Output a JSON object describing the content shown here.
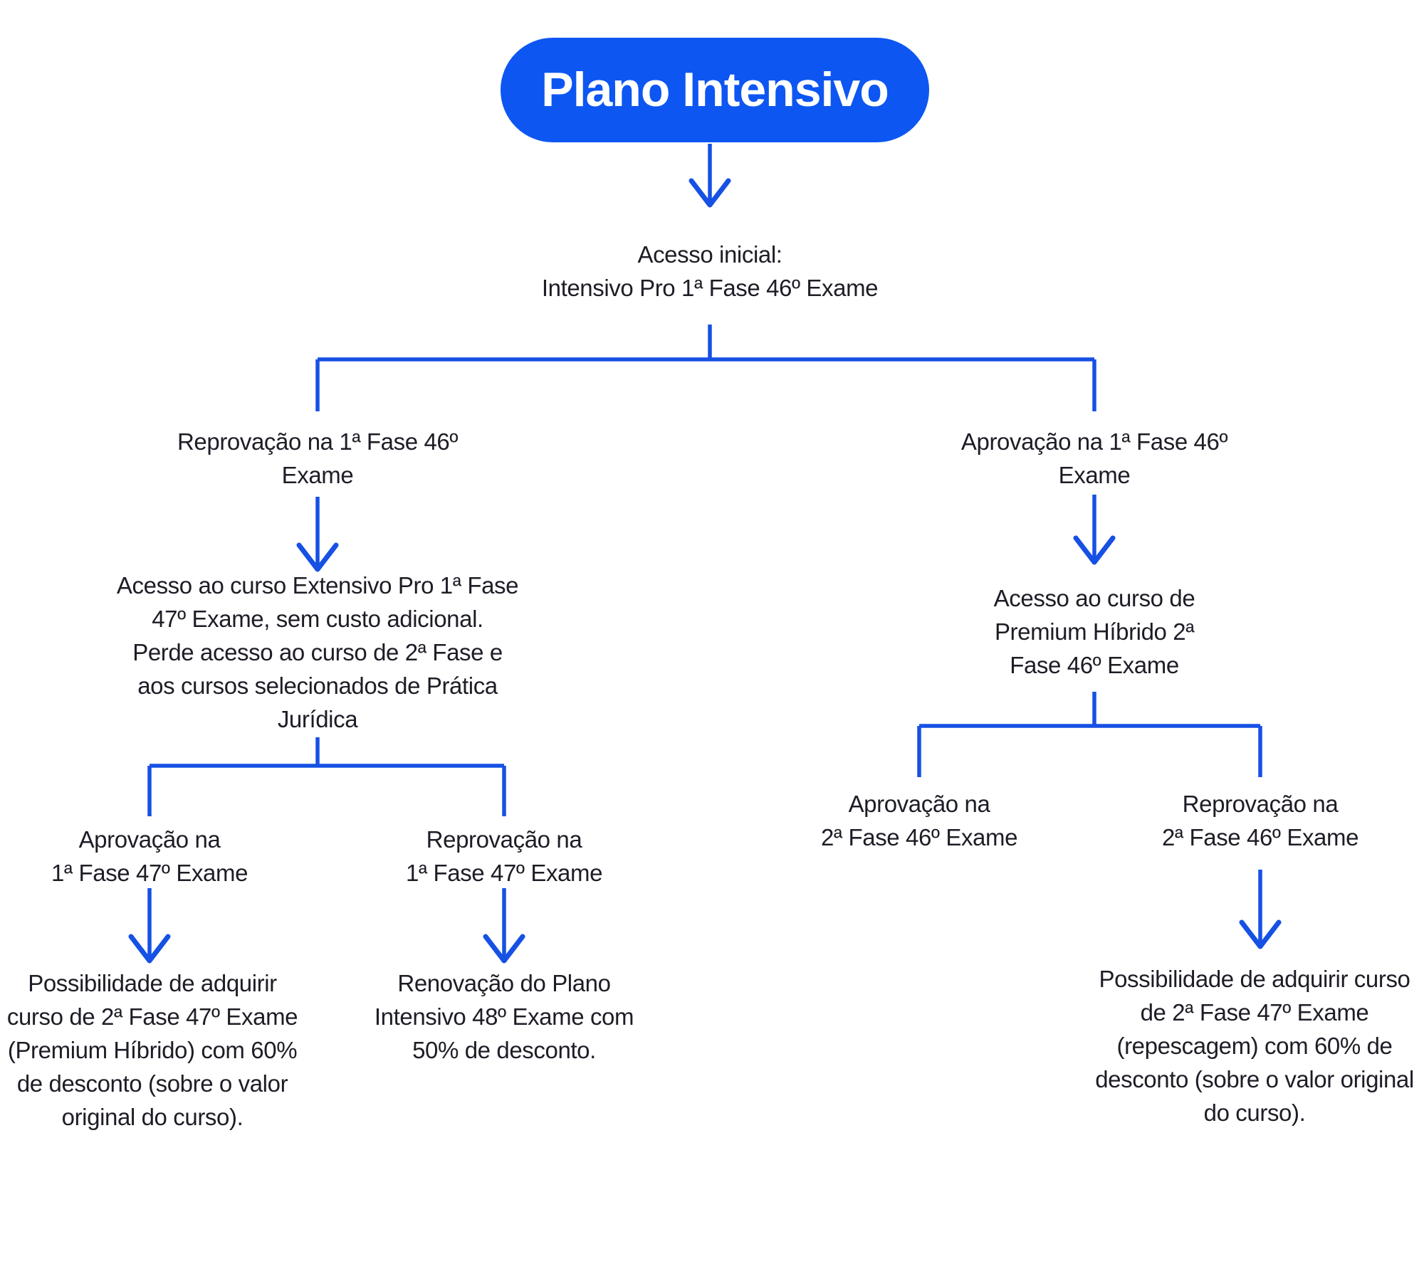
{
  "colors": {
    "pill_blue": "#0D56F2",
    "line_blue": "#1651E4",
    "text_dark": "#1D1D27",
    "background": "#FFFFFF"
  },
  "diagram": {
    "title": "Plano Intensivo",
    "nodes": {
      "initial_access": {
        "lines": [
          "Acesso inicial:",
          "Intensivo Pro 1ª Fase 46º Exame"
        ]
      },
      "fail_phase1_46": {
        "lines": [
          "Reprovação na 1ª Fase 46º",
          "Exame"
        ]
      },
      "pass_phase1_46": {
        "lines": [
          "Aprovação na 1ª Fase 46º",
          "Exame"
        ]
      },
      "extensivo_access": {
        "lines": [
          "Acesso ao curso Extensivo Pro 1ª Fase",
          "47º Exame, sem custo adicional.",
          "Perde acesso ao curso de 2ª Fase e",
          "aos cursos selecionados de Prática",
          "Jurídica"
        ]
      },
      "premium_access": {
        "lines": [
          "Acesso ao curso de",
          "Premium Híbrido 2ª",
          "Fase 46º Exame"
        ]
      },
      "pass_phase1_47": {
        "lines": [
          "Aprovação na",
          "1ª Fase 47º Exame"
        ]
      },
      "fail_phase1_47": {
        "lines": [
          "Reprovação na",
          "1ª Fase 47º Exame"
        ]
      },
      "buy_phase2_47": {
        "lines": [
          "Possibilidade de adquirir",
          "curso de 2ª Fase 47º Exame",
          "(Premium Híbrido) com 60%",
          "de desconto (sobre o valor",
          "original do curso)."
        ]
      },
      "renewal_48": {
        "lines": [
          "Renovação do Plano",
          "Intensivo 48º Exame com",
          "50% de desconto."
        ]
      },
      "pass_phase2_46": {
        "lines": [
          "Aprovação na",
          "2ª Fase 46º Exame"
        ]
      },
      "fail_phase2_46": {
        "lines": [
          "Reprovação na",
          "2ª Fase 46º Exame"
        ]
      },
      "buy_repescagem_47": {
        "lines": [
          "Possibilidade de adquirir curso",
          "de 2ª Fase 47º Exame",
          "(repescagem) com 60% de",
          "desconto (sobre o valor original",
          "do curso)."
        ]
      }
    }
  }
}
